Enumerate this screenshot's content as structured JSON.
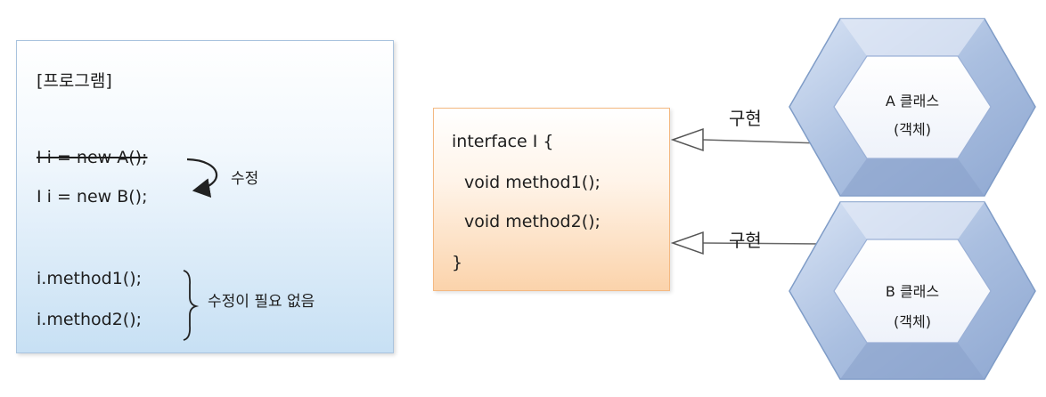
{
  "program": {
    "title": "[프로그램]",
    "line_old": "I i = new A();",
    "line_new": "I i = new B();",
    "modify_label": "수정",
    "call1": "i.method1();",
    "call2": "i.method2();",
    "no_modify_label": "수정이 필요 없음"
  },
  "interface_box": {
    "line1": "interface I {",
    "line2": "void method1();",
    "line3": "void method2();",
    "line4": "}"
  },
  "classes": [
    {
      "name": "A 클래스",
      "sub": "(객체)"
    },
    {
      "name": "B 클래스",
      "sub": "(객체)"
    }
  ],
  "arrows": [
    {
      "label": "구현"
    },
    {
      "label": "구현"
    }
  ],
  "colors": {
    "program_border": "#a9c3de",
    "interface_border": "#f4b982",
    "hex_fill": "#b8cce8",
    "hex_stroke": "#7f9cc7"
  }
}
